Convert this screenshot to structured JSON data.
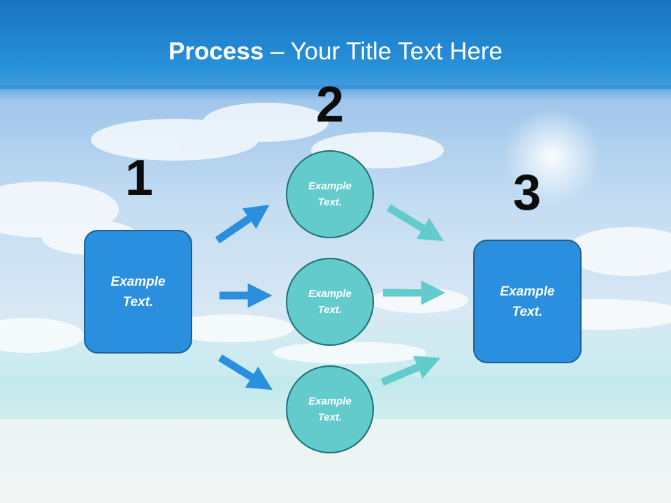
{
  "slide": {
    "title_bold": "Process",
    "title_rest": " – Your Title Text Here"
  },
  "steps": {
    "step1_number": "1",
    "step2_number": "2",
    "step3_number": "3"
  },
  "shapes": {
    "left_box_text": "Example Text.",
    "circle_top_text": "Example Text.",
    "circle_middle_text": "Example Text.",
    "circle_bottom_text": "Example Text.",
    "right_box_text": "Example Text."
  },
  "colors": {
    "header": "#2185d0",
    "box_fill": "#2a8fde",
    "circle_fill": "#63cbcb",
    "arrow_blue": "#2a8fde",
    "arrow_teal": "#63cbcb"
  }
}
